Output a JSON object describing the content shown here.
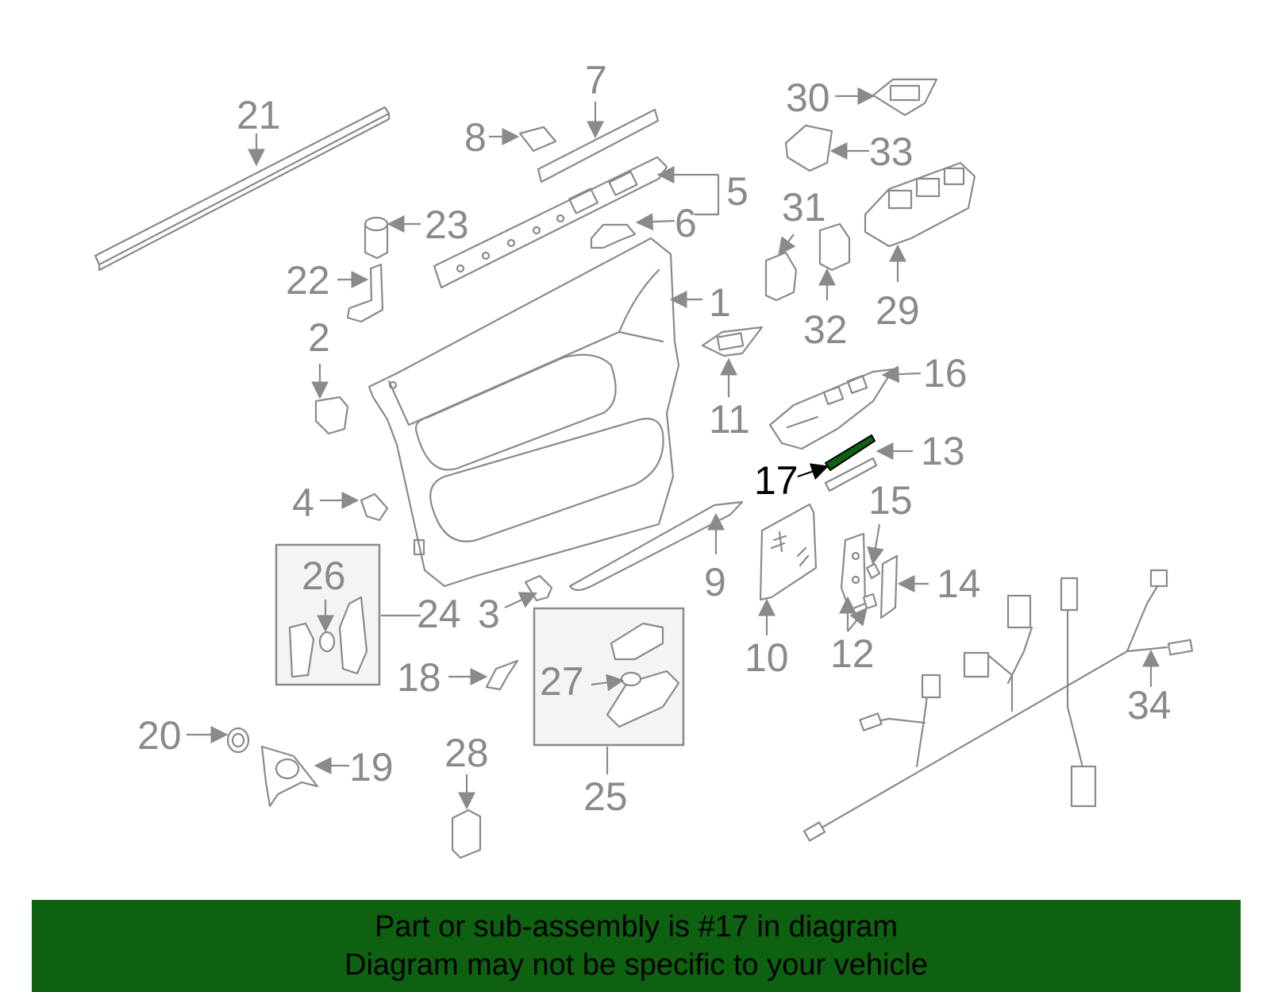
{
  "highlight": {
    "part_number": "17",
    "color": "#0e6110"
  },
  "labels": {
    "p1": "1",
    "p2": "2",
    "p3": "3",
    "p4": "4",
    "p5": "5",
    "p6": "6",
    "p7": "7",
    "p8": "8",
    "p9": "9",
    "p10": "10",
    "p11": "11",
    "p12": "12",
    "p13": "13",
    "p14": "14",
    "p15": "15",
    "p16": "16",
    "p17": "17",
    "p18": "18",
    "p19": "19",
    "p20": "20",
    "p21": "21",
    "p22": "22",
    "p23": "23",
    "p24": "24",
    "p25": "25",
    "p26": "26",
    "p27": "27",
    "p28": "28",
    "p29": "29",
    "p30": "30",
    "p31": "31",
    "p32": "32",
    "p33": "33",
    "p34": "34"
  },
  "footer": {
    "line1": "Part or sub-assembly is #17 in diagram",
    "line2": "Diagram may not be specific to your vehicle"
  }
}
